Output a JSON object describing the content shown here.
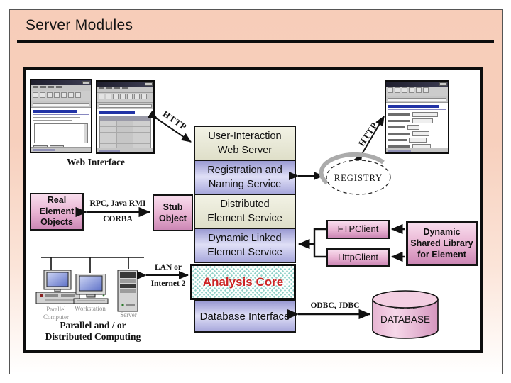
{
  "slide": {
    "title": "Server Modules"
  },
  "colors": {
    "background_salmon": "#f7cdb9",
    "box_beige": "#e9e9d8",
    "box_blue": "#b4b4e4",
    "box_pink": "#e5aed0",
    "analysis_red": "#cc2424",
    "dot_teal": "#8ecfc7"
  },
  "web_interface": {
    "label": "Web Interface"
  },
  "connections": {
    "http_left": "HTTP",
    "http_right": "HTTP",
    "rpc": "RPC, Java RMI",
    "corba": "CORBA",
    "lan": "LAN or",
    "internet": "Internet 2",
    "odbc": "ODBC, JDBC"
  },
  "stack": {
    "web_server": "User-Interaction\nWeb Server",
    "registration": "Registration and\nNaming Service",
    "distributed": "Distributed\nElement Service",
    "dynamic_linked": "Dynamic Linked\nElement Service",
    "analysis_core": "Analysis Core",
    "database_interface": "Database Interface"
  },
  "left": {
    "real_element": "Real\nElement\nObjects",
    "stub": "Stub\nObject"
  },
  "right": {
    "ftp": "FTPClient",
    "http_client": "HttpClient",
    "dsl": "Dynamic\nShared Library\nfor Element",
    "registry": "REGISTRY",
    "database": "DATABASE"
  },
  "computing": {
    "labels": [
      "Parallel\nComputer",
      "Workstation",
      "Server"
    ],
    "caption": "Parallel and / or\nDistributed Computing"
  }
}
